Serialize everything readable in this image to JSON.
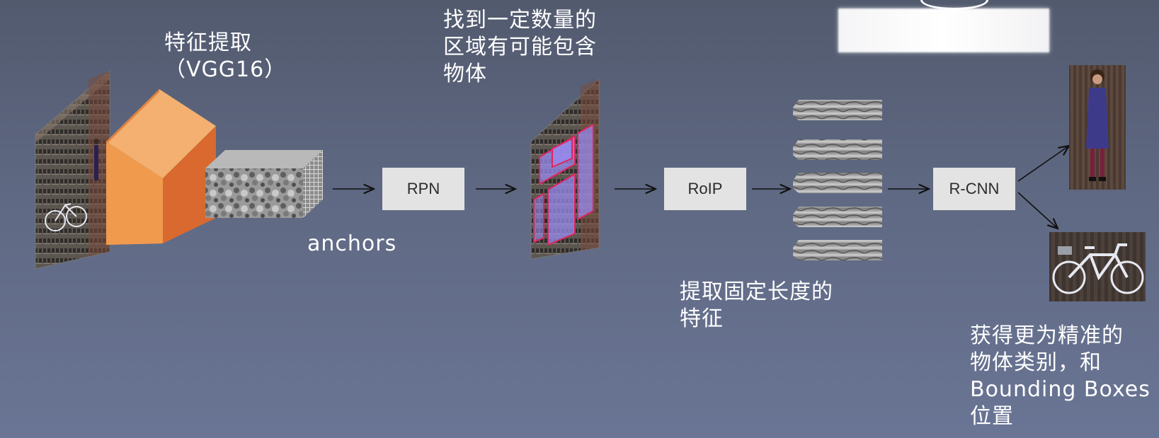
{
  "labels": {
    "feature_extraction": "特征提取\n（VGG16）",
    "find_regions": "找到一定数量的\n区域有可能包含\n物体",
    "anchors": "anchors",
    "fixed_length_features": "提取固定长度的\n特征",
    "result": "获得更为精准的\n物体类别，和\nBounding Boxes\n位置"
  },
  "boxes": {
    "rpn": "RPN",
    "roip": "RoIP",
    "rcnn": "R-CNN"
  },
  "colors": {
    "cube_front": "#f09a4e",
    "cube_top": "#f3b070",
    "cube_side": "#d9692f",
    "box_fill": "#e3e3e3",
    "region_fill": "#9a8bf0",
    "region_stroke": "#e0245e"
  }
}
